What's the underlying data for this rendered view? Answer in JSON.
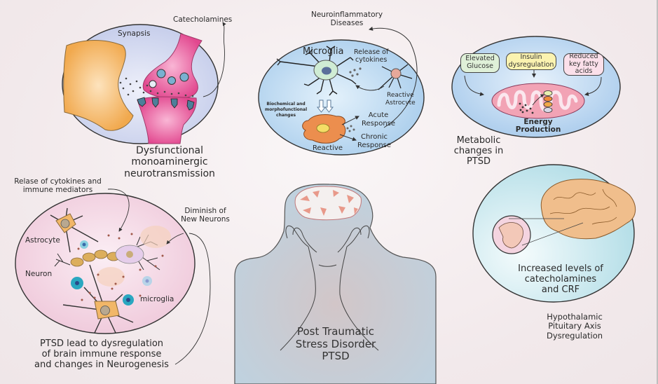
{
  "figure": {
    "title": "Post Traumatic Stress Disorder PTSD",
    "center_label": [
      "Post Traumatic",
      "Stress Disorder",
      "PTSD"
    ]
  },
  "panels": {
    "synapse": {
      "title_lines": [
        "Dysfunctional",
        "monoaminergic",
        "neurotransmission"
      ],
      "labels": {
        "synapsis": "Synapsis",
        "catecholamines": "Catecholamines"
      }
    },
    "neuroinflammation": {
      "heading_lines": [
        "Neuroinflammatory",
        "Diseases"
      ],
      "labels": {
        "microglia": "Microglia",
        "release_cytokines": [
          "Release of",
          "cytokines"
        ],
        "reactive_astrocyte": [
          "Reactive",
          "Astrocyte"
        ],
        "biochemical": [
          "Biochemical and",
          "morphofunctional",
          "changes"
        ],
        "acute": [
          "Acute",
          "Response"
        ],
        "chronic": [
          "Chronic",
          "Response"
        ],
        "reactive": "Reactive"
      }
    },
    "metabolic": {
      "boxes": [
        {
          "lines": [
            "Elevated",
            "Glucose"
          ],
          "color": "#dff0d8"
        },
        {
          "lines": [
            "Insulin",
            "dysregulation"
          ],
          "color": "#fbf3b0"
        },
        {
          "lines": [
            "Reduced",
            "key fatty",
            "acids"
          ],
          "color": "#fbe0ea"
        }
      ],
      "energy_lines": [
        "Energy",
        "Production"
      ],
      "caption_lines": [
        "Metabolic",
        "changes in",
        "PTSD"
      ]
    },
    "immune": {
      "top_label_lines": [
        "Relase of cytokines and",
        "immune mediators"
      ],
      "diminish_lines": [
        "Diminish of",
        "New Neurons"
      ],
      "labels": {
        "astrocyte": "Astrocyte",
        "neuron": "Neuron",
        "microglia": "microglia"
      },
      "caption_lines": [
        "PTSD lead to dysregulation",
        "of brain immune response",
        "and changes in Neurogenesis"
      ]
    },
    "hpa": {
      "inner_lines": [
        "Increased levels of",
        "catecholamines",
        "and CRF"
      ],
      "caption_lines": [
        "Hypothalamic",
        "Pituitary Axis",
        "Dysregulation"
      ]
    }
  },
  "colors": {
    "background": "#f3ecee",
    "synapse_circle": "#c9d0ec",
    "neuroinflam_circle": "#b9d8ef",
    "metabolic_circle": "#bcd8f0",
    "immune_circle": "#f4d5e3",
    "hpa_circle": "#c6e6ec",
    "pink_neuron": "#e64f96",
    "orange_dendrite": "#f4b25a",
    "brain_tan": "#f0be8c",
    "mito": "#f0a0b0",
    "person": "#c9cdd3"
  }
}
